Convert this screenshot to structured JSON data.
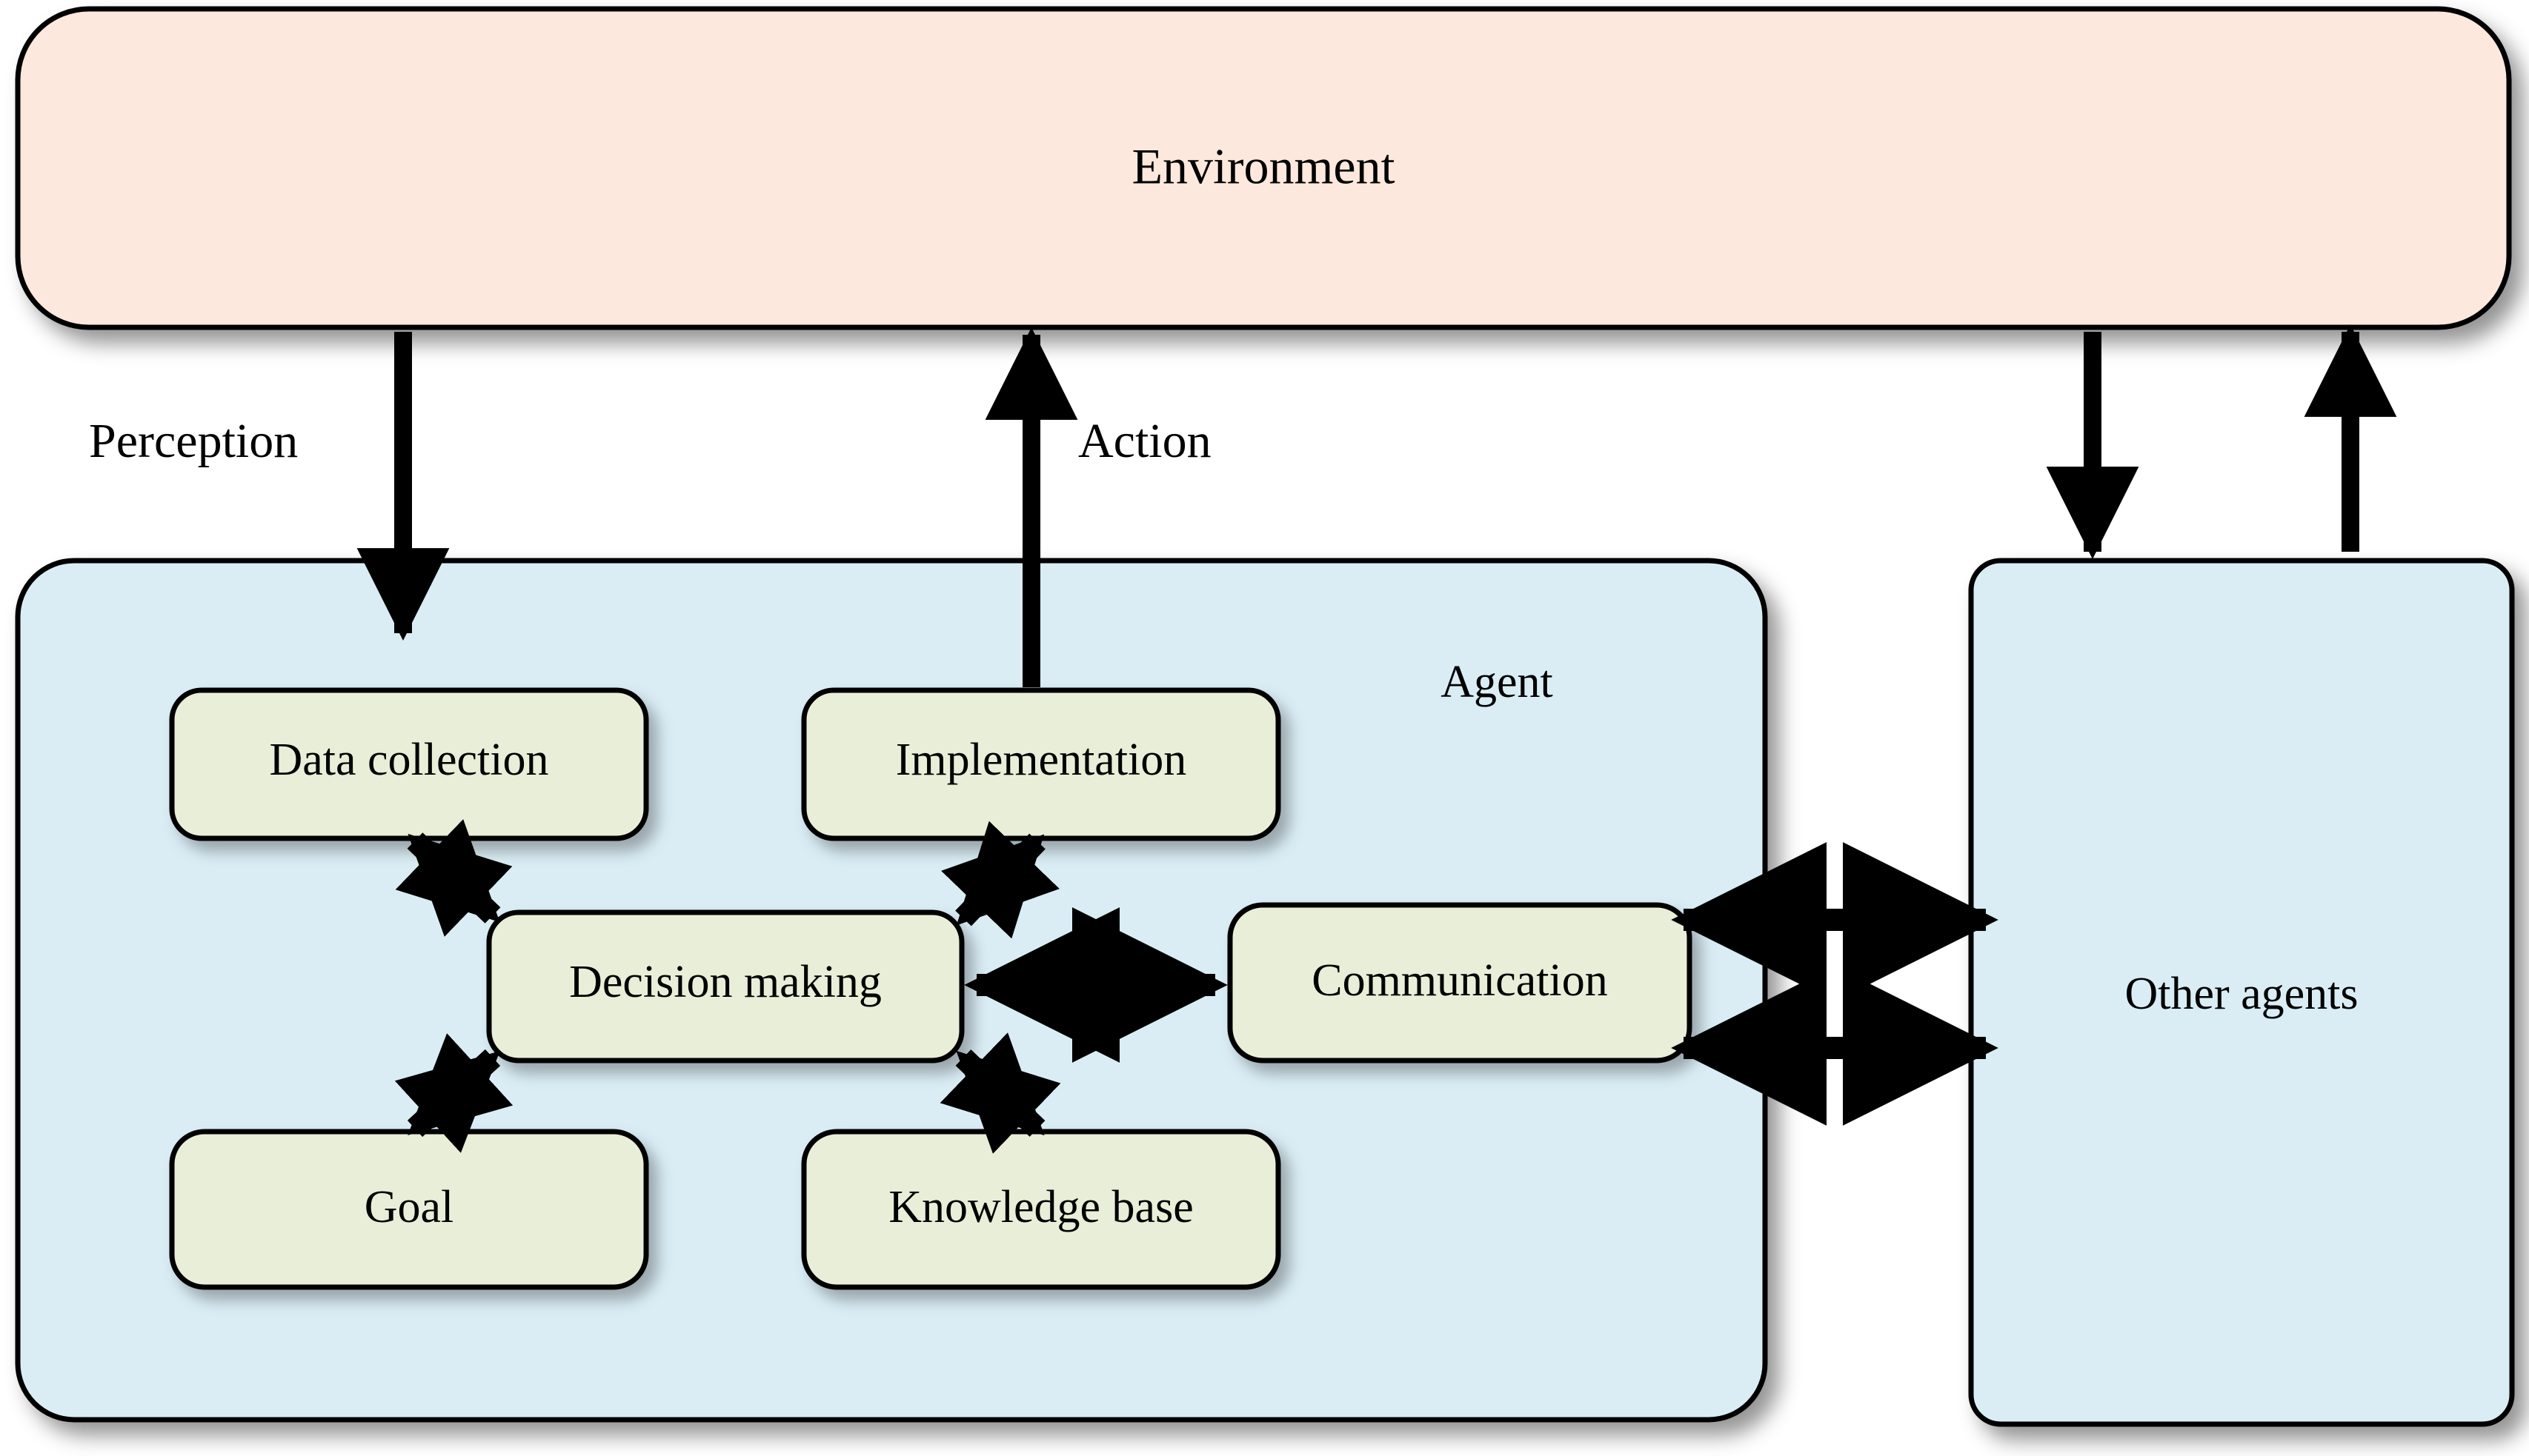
{
  "diagram": {
    "title_text": "Environment",
    "colors": {
      "environment_fill": "#fce8dc",
      "agent_fill": "#daedf5",
      "other_agents_fill": "#daedf5",
      "node_fill": "#e9eed8",
      "stroke": "#000000",
      "background": "#ffffff"
    },
    "environment": {
      "label": "Environment"
    },
    "agent": {
      "label": "Agent",
      "nodes": [
        {
          "id": "data-collection",
          "label": "Data collection"
        },
        {
          "id": "implementation",
          "label": "Implementation"
        },
        {
          "id": "decision-making",
          "label": "Decision making"
        },
        {
          "id": "communication",
          "label": "Communication"
        },
        {
          "id": "goal",
          "label": "Goal"
        },
        {
          "id": "knowledge-base",
          "label": "Knowledge base"
        }
      ]
    },
    "other_agents": {
      "label": "Other agents"
    },
    "edge_labels": [
      {
        "id": "perception",
        "label": "Perception"
      },
      {
        "id": "action",
        "label": "Action"
      }
    ]
  }
}
